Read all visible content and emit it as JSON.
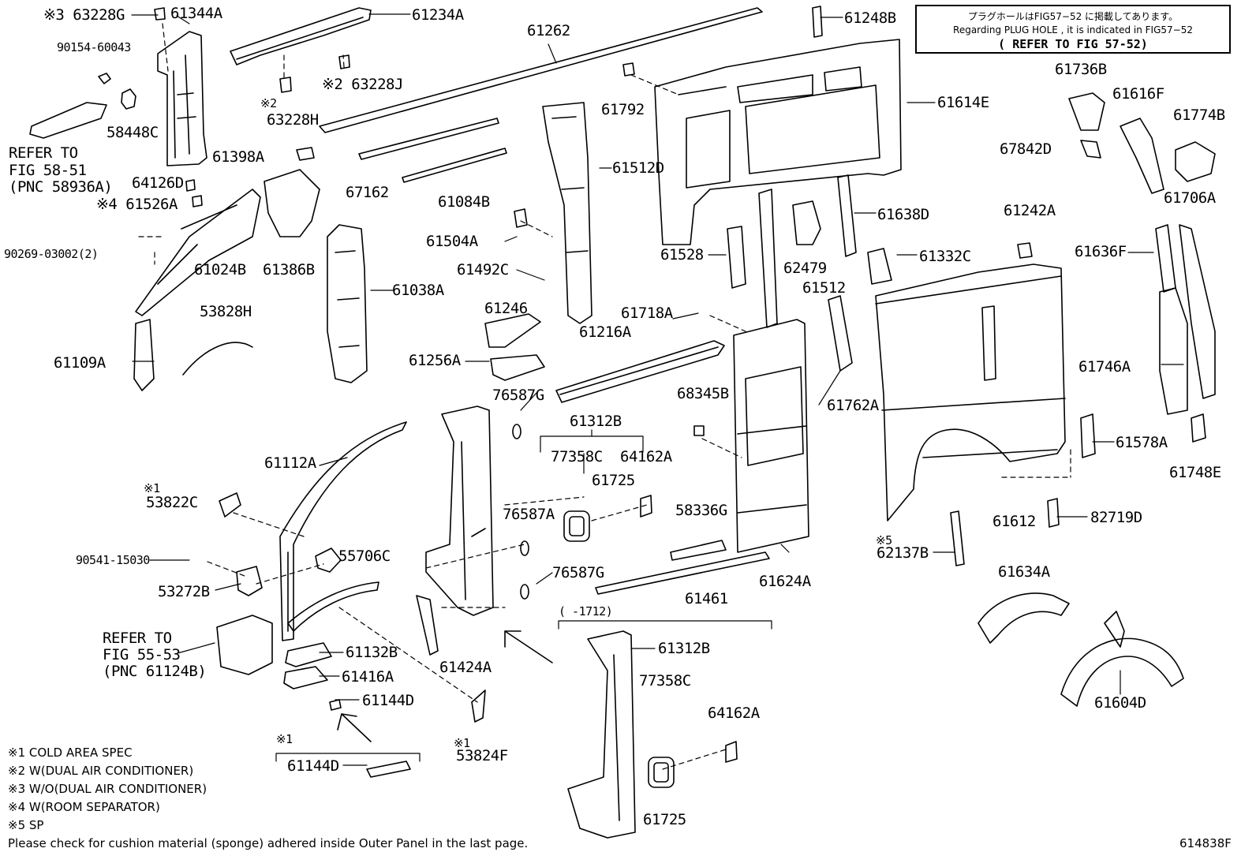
{
  "plug_hole_note": {
    "line1": "プラグホールはFIG57−52 に掲載してあります。",
    "line2": "Regarding PLUG HOLE , it is indicated in FIG57−52",
    "line3": "( REFER TO FIG 57-52)"
  },
  "parts": {
    "p63228G": "※3 63228G",
    "p61344A": "61344A",
    "p61234A": "61234A",
    "p61262": "61262",
    "p61248B": "61248B",
    "p90154": "90154-60043",
    "p58448C": "58448C",
    "p63228J": "※2 63228J",
    "p63228H": "63228H",
    "p63228H_mark": "※2",
    "p61792": "61792",
    "p61614E": "61614E",
    "p61736B": "61736B",
    "p61616F": "61616F",
    "p61774B": "61774B",
    "p67842D": "67842D",
    "p61398A": "61398A",
    "p61512D": "61512D",
    "p64126D": "64126D",
    "p61526A": "※4 61526A",
    "p67162": "67162",
    "p61084B": "61084B",
    "p61706A": "61706A",
    "p61242A": "61242A",
    "p61638D": "61638D",
    "p61504A": "61504A",
    "p90269": "90269-03002(2)",
    "p61024B": "61024B",
    "p61386B": "61386B",
    "p61528": "61528",
    "p62479": "62479",
    "p61332C": "61332C",
    "p61636F": "61636F",
    "p61492C": "61492C",
    "p61038A": "61038A",
    "p61512": "61512",
    "p61246": "61246",
    "p53828H": "53828H",
    "p61718A": "61718A",
    "p61216A": "61216A",
    "p61109A": "61109A",
    "p61256A": "61256A",
    "p61746A": "61746A",
    "p76587G_1": "76587G",
    "p68345B": "68345B",
    "p61762A": "61762A",
    "p61312B_1": "61312B",
    "p77358C_1": "77358C",
    "p64162A_1": "64162A",
    "p61578A": "61578A",
    "p61112A": "61112A",
    "p61725_1": "61725",
    "p61748E": "61748E",
    "p53822C": "53822C",
    "p53822C_mark": "※1",
    "p76587A": "76587A",
    "p58336G": "58336G",
    "p61612": "61612",
    "p82719D": "82719D",
    "p90541": "90541-15030",
    "p55706C": "55706C",
    "p62137B": "62137B",
    "p62137B_mark": "※5",
    "p61634A": "61634A",
    "p53272B": "53272B",
    "p76587G_2": "76587G",
    "p61461": "61461",
    "p61624A": "61624A",
    "p1712": "(      -1712)",
    "p61132B": "61132B",
    "p61312B_2": "61312B",
    "p61424A": "61424A",
    "p61416A": "61416A",
    "p61604D": "61604D",
    "p77358C_2": "77358C",
    "p61144D_1": "61144D",
    "p64162A_2": "64162A",
    "p53824F": "53824F",
    "p53824F_mark": "※1",
    "p61144D_2": "61144D",
    "p61144D_2_mark": "※1",
    "p61725_2": "61725"
  },
  "refer_58_51": {
    "l1": "REFER TO",
    "l2": "FIG 58-51",
    "l3": "(PNC 58936A)"
  },
  "refer_55_53": {
    "l1": "REFER TO",
    "l2": "FIG 55-53",
    "l3": "(PNC 61124B)"
  },
  "footnotes": [
    "※1 COLD AREA SPEC",
    "※2 W(DUAL AIR CONDITIONER)",
    "※3 W/O(DUAL AIR CONDITIONER)",
    "※4 W(ROOM SEPARATOR)",
    "※5 SP",
    "Please check for cushion material (sponge) adhered inside Outer Panel in the last page."
  ],
  "figure_id": "614838F"
}
